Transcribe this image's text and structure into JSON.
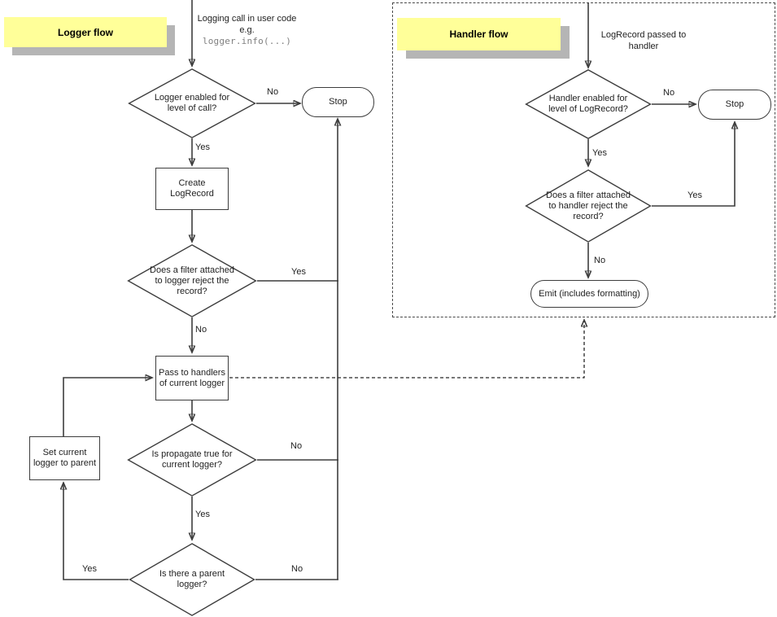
{
  "palette": {
    "accent_yellow": "#ffff99",
    "shadow_gray": "#b5b5b5",
    "line_color": "#3d3d3d",
    "code_gray": "#808080"
  },
  "logger_flow": {
    "title": "Logger flow",
    "start_note": {
      "main": "Logging call in user code",
      "eg": "e.g.",
      "code": "logger.info(...)"
    },
    "nodes": {
      "enabled": "Logger enabled for level of call?",
      "stop": "Stop",
      "create": "Create LogRecord",
      "filter": "Does a filter attached to logger reject the record?",
      "pass": "Pass to handlers of current logger",
      "propagate": "Is propagate true for current logger?",
      "parent": "Is there a parent logger?",
      "set_current": "Set current logger to parent"
    },
    "edge_labels": {
      "enabled_no": "No",
      "enabled_yes": "Yes",
      "filter_yes": "Yes",
      "filter_no": "No",
      "propagate_no": "No",
      "propagate_yes": "Yes",
      "parent_yes": "Yes",
      "parent_no": "No"
    }
  },
  "handler_flow": {
    "title": "Handler flow",
    "start_note": {
      "main": "LogRecord passed to handler"
    },
    "nodes": {
      "enabled": "Handler enabled for level of LogRecord?",
      "stop": "Stop",
      "filter": "Does a filter attached to handler reject the record?",
      "emit": "Emit (includes formatting)"
    },
    "edge_labels": {
      "enabled_no": "No",
      "enabled_yes": "Yes",
      "filter_yes": "Yes",
      "filter_no": "No"
    }
  }
}
